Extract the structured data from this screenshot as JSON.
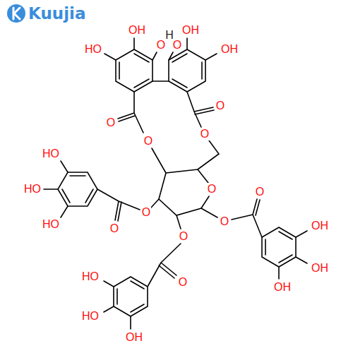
{
  "diagram": {
    "labels": [
      "Kuujia",
      "OH",
      "OH",
      "H",
      "O",
      "O",
      "HO",
      "OH",
      "O",
      "O",
      "O",
      "O",
      "HO",
      "HO",
      "O",
      "O",
      "O",
      "O",
      "HO",
      "OH",
      "O",
      "O",
      "OH",
      "HO",
      "O",
      "OH",
      "HO",
      "OH"
    ]
  }
}
